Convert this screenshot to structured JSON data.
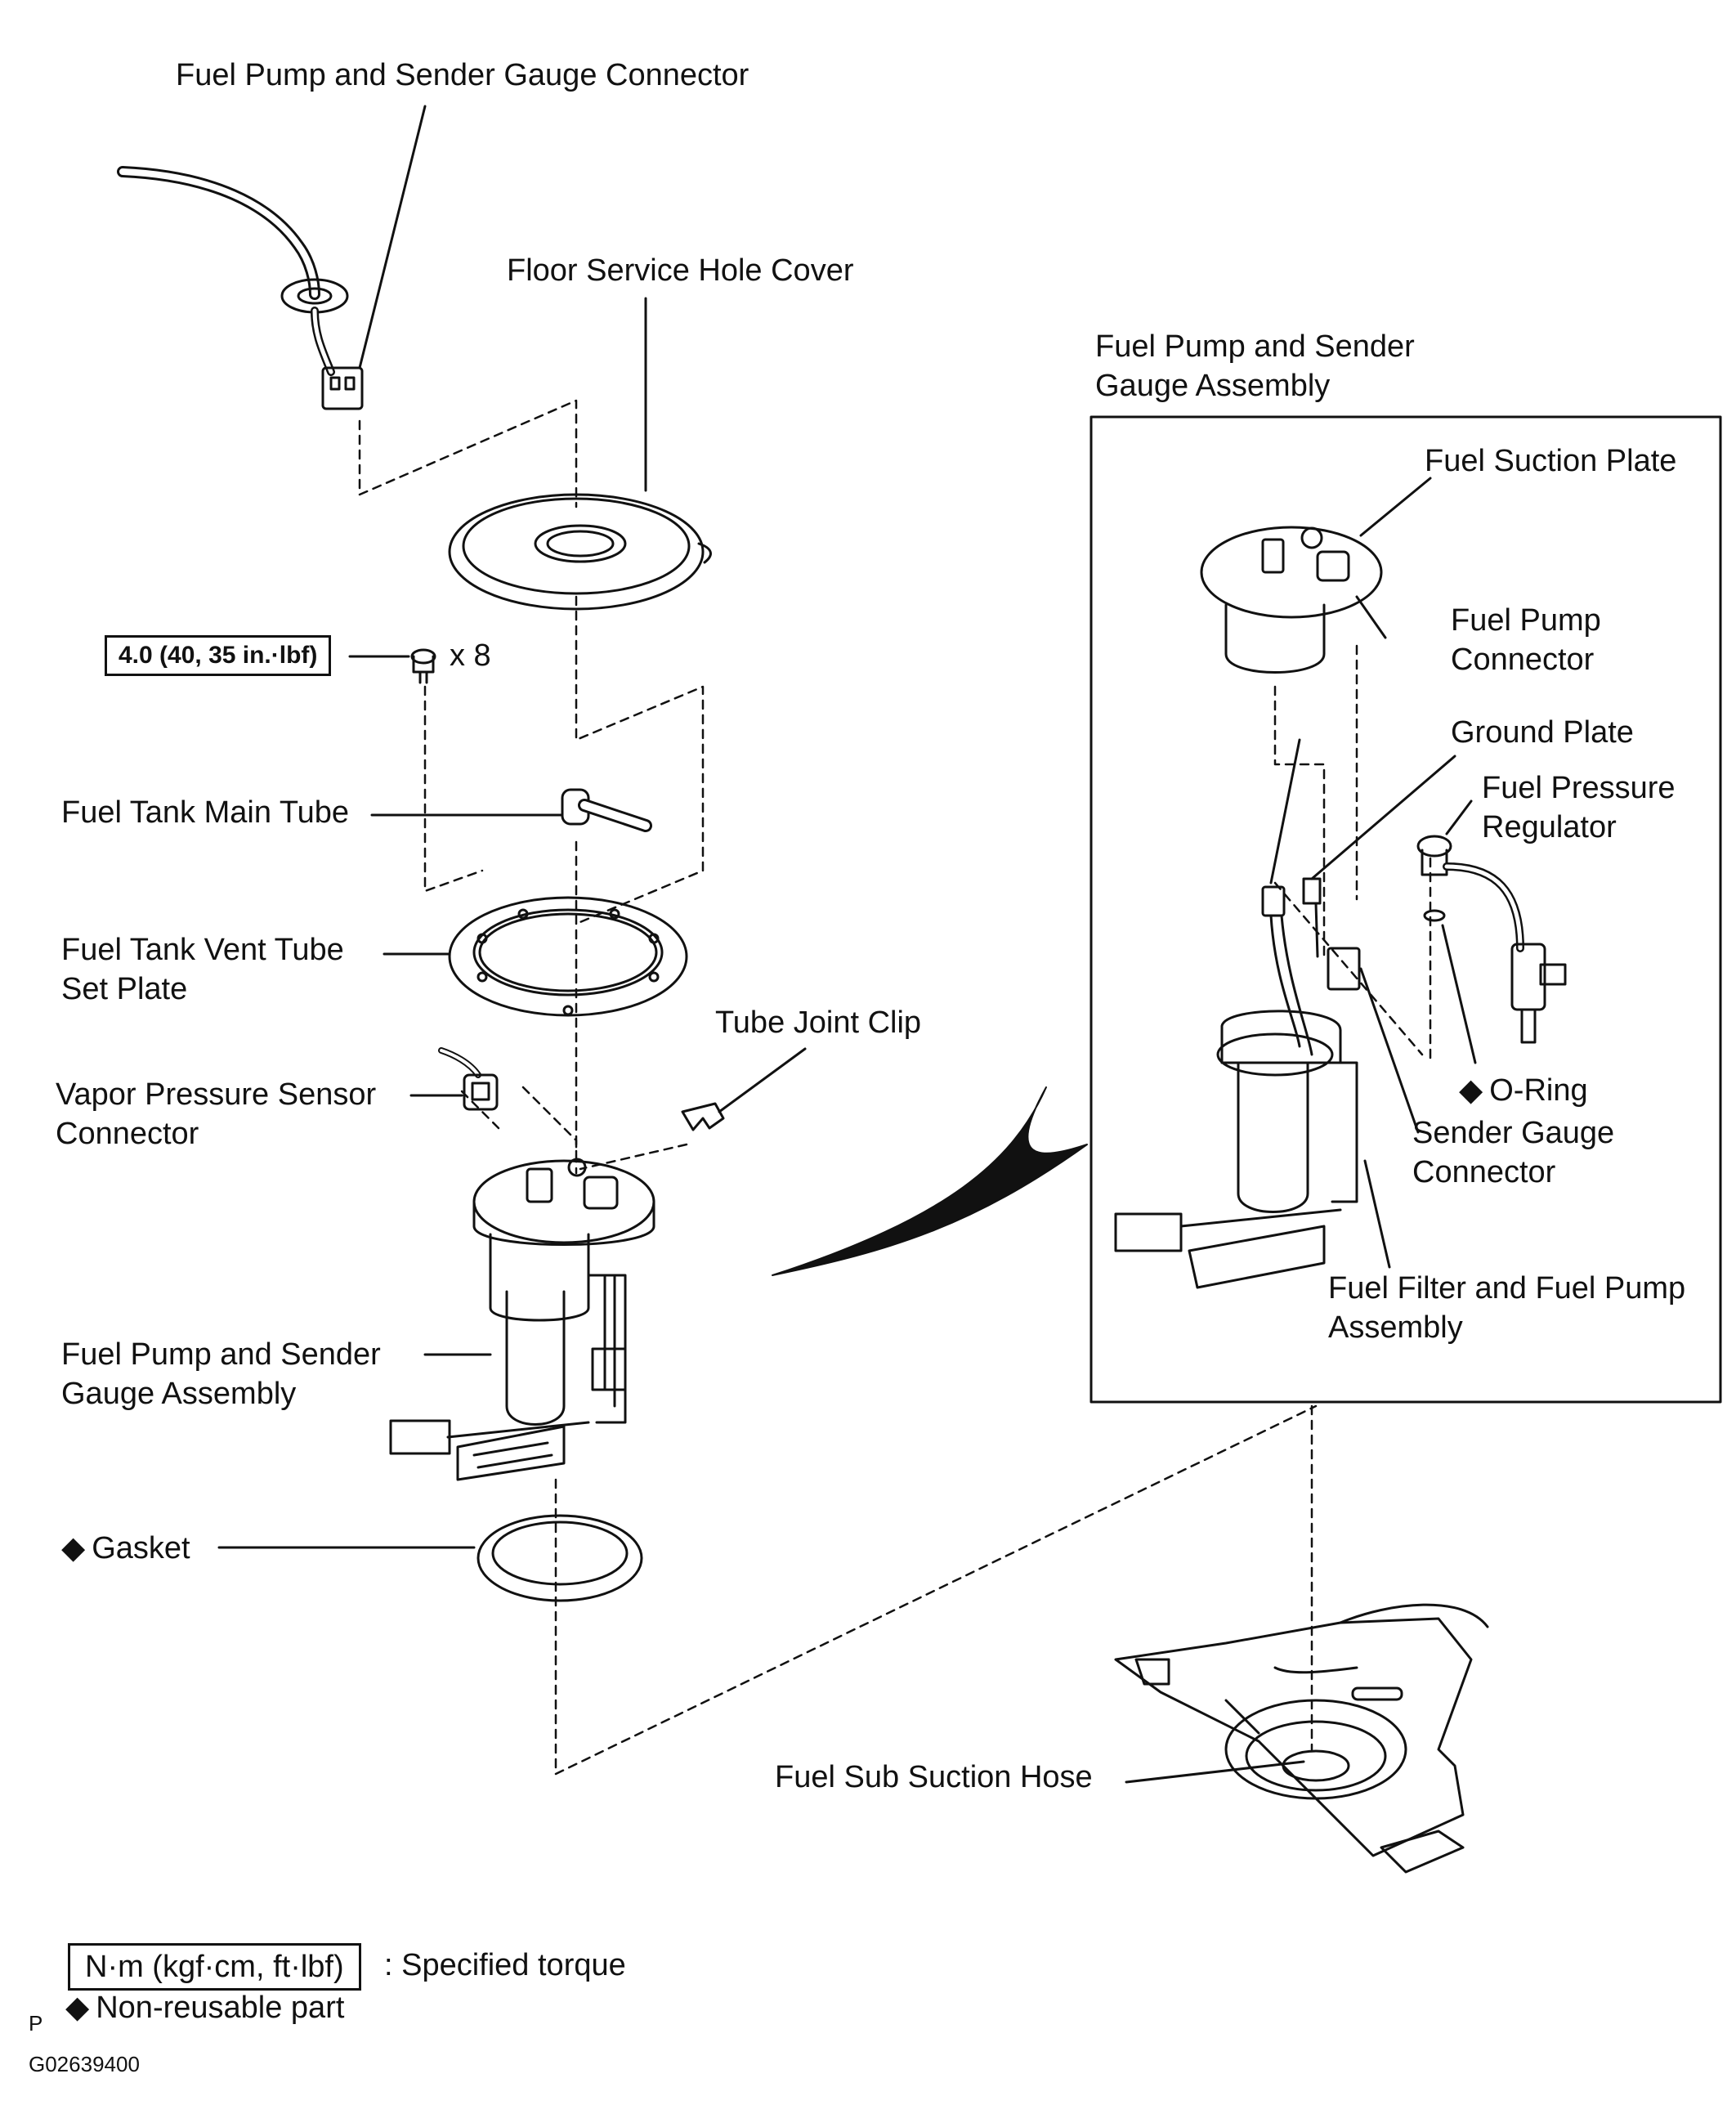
{
  "labels": {
    "connector_top": "Fuel Pump and Sender Gauge Connector",
    "floor_cover": "Floor Service Hole Cover",
    "torque_value": "4.0 (40, 35 in.·lbf)",
    "bolt_qty": "x 8",
    "main_tube": "Fuel Tank Main Tube",
    "vent_plate": "Fuel Tank Vent Tube\nSet Plate",
    "tube_clip": "Tube Joint Clip",
    "vapor_sensor": "Vapor Pressure Sensor\nConnector",
    "pump_assembly_left": "Fuel Pump and Sender\nGauge Assembly",
    "gasket": "Gasket",
    "inset_title": "Fuel Pump and Sender\nGauge Assembly",
    "suction_plate": "Fuel Suction Plate",
    "pump_connector": "Fuel Pump\nConnector",
    "ground_plate": "Ground Plate",
    "pressure_regulator": "Fuel Pressure\nRegulator",
    "o_ring": "O-Ring",
    "sender_connector": "Sender Gauge\nConnector",
    "filter_assembly": "Fuel Filter and Fuel Pump\nAssembly",
    "sub_suction_hose": "Fuel Sub Suction Hose"
  },
  "legend": {
    "torque_unit": "N·m (kgf·cm, ft·lbf)",
    "torque_text": ": Specified torque",
    "nonreusable_text": "Non-reusable part",
    "nonreusable_mark": "◆"
  },
  "footer": {
    "letter": "P",
    "figure_code": "G02639400"
  }
}
